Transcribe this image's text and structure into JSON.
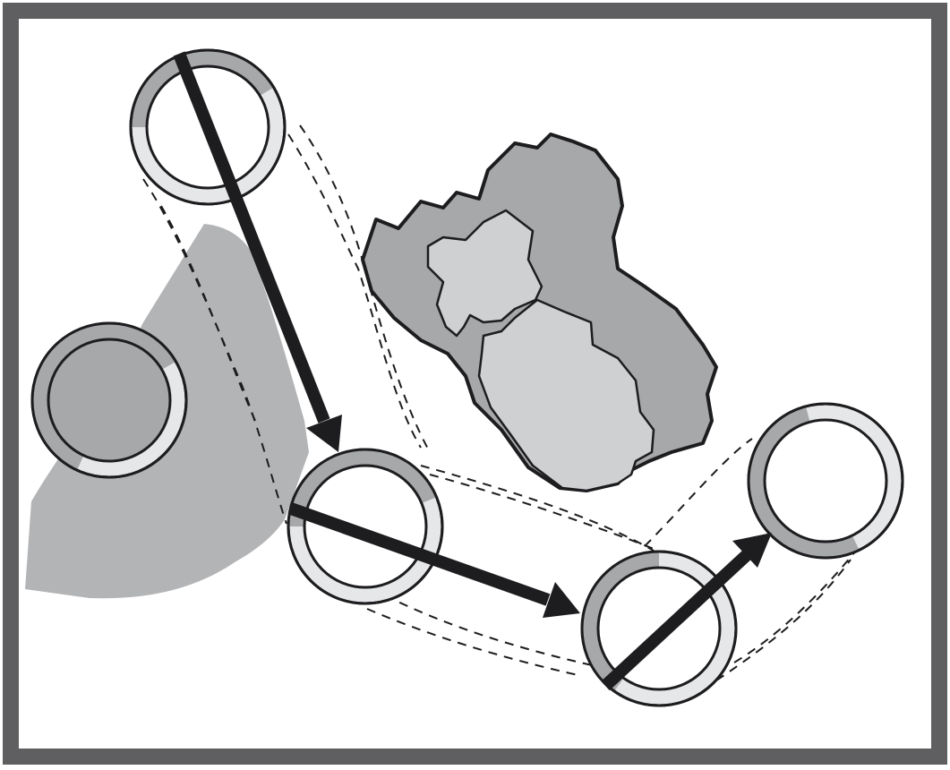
{
  "diagram": {
    "colors": {
      "frame": "#5f5f61",
      "background": "#ffffff",
      "shade_light": "#b3b4b6",
      "shade_dark": "#8f9092",
      "stroke": "#1d1d1f",
      "ring_mid": "#a7a8aa",
      "ring_light": "#e6e7e8",
      "pale_region": "#cfd0d2"
    },
    "nodes": [
      {
        "id": "node-top",
        "filled": false
      },
      {
        "id": "node-left",
        "filled": true
      },
      {
        "id": "node-center",
        "filled": false
      },
      {
        "id": "node-bottom-right",
        "filled": false
      },
      {
        "id": "node-right",
        "filled": false
      }
    ],
    "arrows": [
      {
        "from": "node-top",
        "to": "node-center"
      },
      {
        "from": "node-center",
        "to": "node-bottom-right"
      },
      {
        "from": "node-bottom-right",
        "to": "node-right"
      }
    ]
  }
}
